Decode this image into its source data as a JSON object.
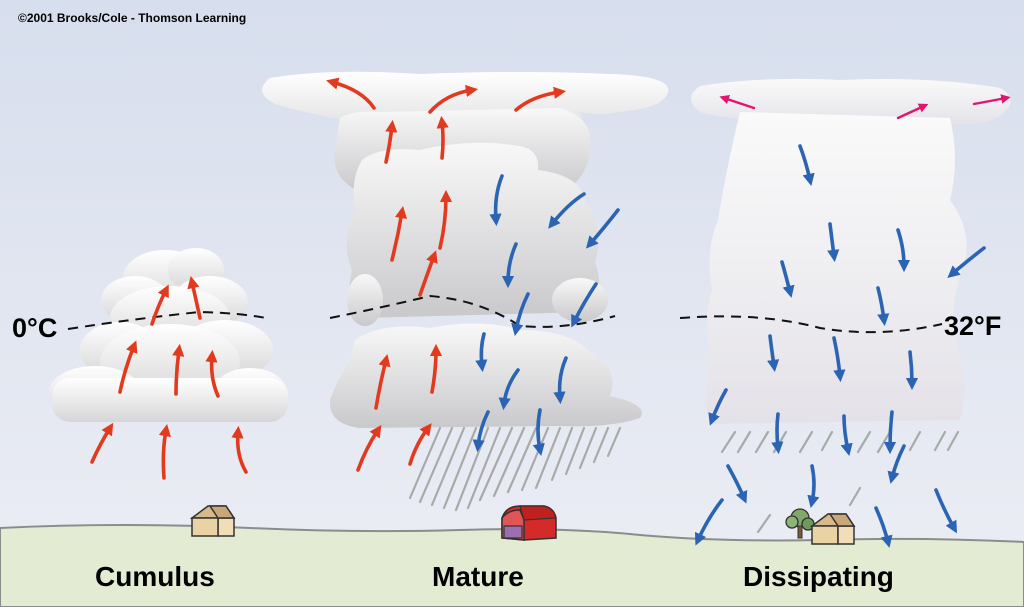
{
  "copyright": "©2001 Brooks/Cole - Thomson Learning",
  "freezing_level": {
    "celsius_label": "0°C",
    "fahrenheit_label": "32°F"
  },
  "stages": [
    {
      "label": "Cumulus"
    },
    {
      "label": "Mature"
    },
    {
      "label": "Dissipating"
    }
  ],
  "colors": {
    "sky_top": "#dde3f0",
    "sky_bottom": "#e8ebf3",
    "ground": "#e3ecd2",
    "updraft": "#e23a1e",
    "downdraft": "#2a64b3",
    "outflow": "#e0166f",
    "cloud": "#f2f2f2",
    "rain": "#a9a9a9",
    "barn": "#d42a2a"
  },
  "icons": {
    "updraft": "red-updraft-arrow-icon",
    "downdraft": "blue-downdraft-arrow-icon",
    "outflow": "magenta-outflow-arrow-icon",
    "house": "house-icon",
    "barn": "barn-icon",
    "tree": "tree-icon"
  }
}
